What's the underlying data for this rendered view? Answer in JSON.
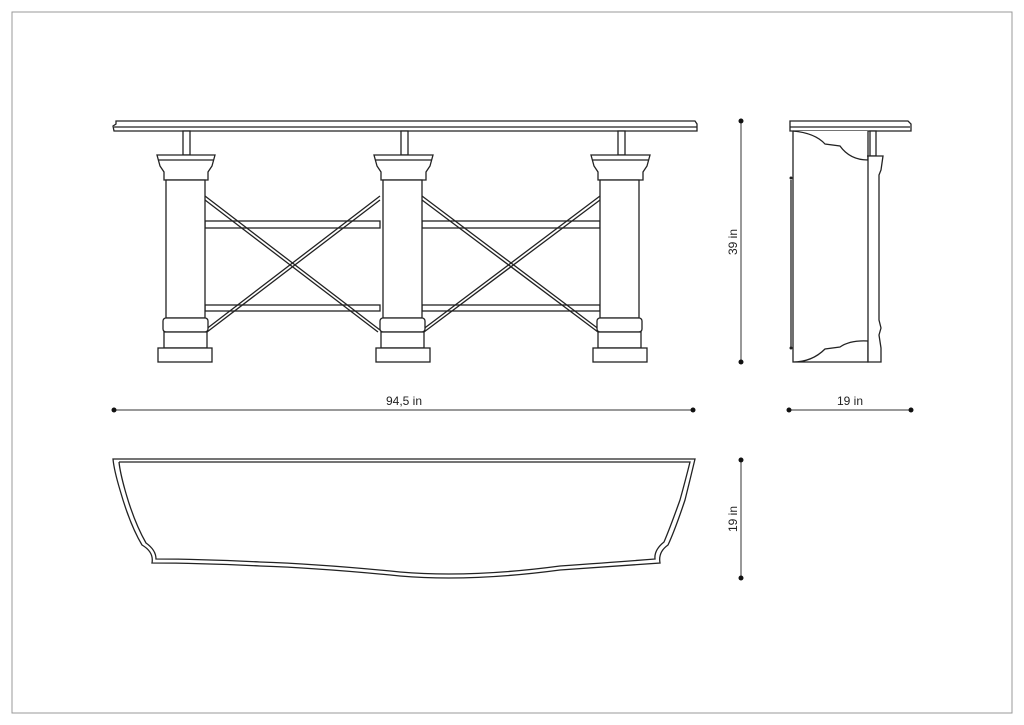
{
  "drawing": {
    "views": [
      "front-elevation",
      "side-elevation",
      "top-plan"
    ],
    "dimensions": {
      "length": "94,5 in",
      "height": "39 in",
      "depth_side": "19 in",
      "depth_top": "19 in"
    }
  }
}
